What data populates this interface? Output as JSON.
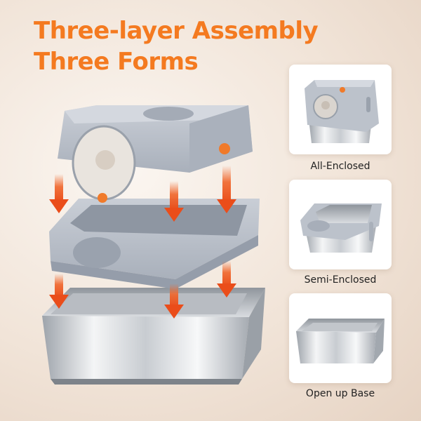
{
  "headline": {
    "line1": "Three-layer Assembly",
    "line2": "Three Forms",
    "color": "#f47a20"
  },
  "forms": [
    {
      "label": "All-Enclosed"
    },
    {
      "label": "Semi-Enclosed"
    },
    {
      "label": "Open up Base"
    }
  ],
  "colors": {
    "background": "#f1e4d8",
    "cover_gray": "#b9bfca",
    "steel": "#d6d9dd",
    "arrow": "#f0652a"
  }
}
